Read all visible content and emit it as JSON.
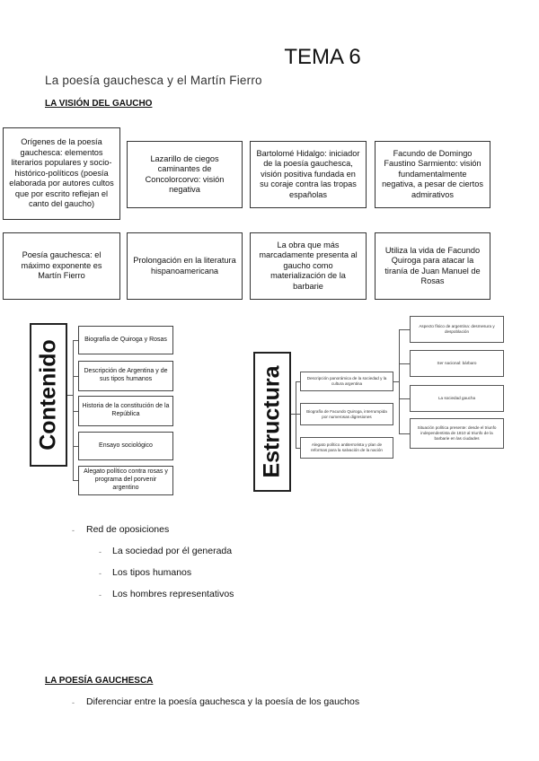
{
  "doc": {
    "title": "TEMA 6",
    "subtitle": "La poesía gauchesca y el Martín Fierro",
    "section1": "LA VISIÓN DEL GAUCHO",
    "section2": "LA POESÍA GAUCHESCA"
  },
  "top_boxes": [
    "Orígenes de la poesía gauchesca: elementos literarios populares y socio-histórico-políticos (poesía elaborada por autores cultos que por escrito reflejan el canto del gaucho)",
    "Lazarillo de ciegos caminantes de Concolorcorvo: visión negativa",
    "Bartolomé Hidalgo: iniciador de la poesía gauchesca, visión positiva fundada en su coraje contra las tropas españolas",
    "Facundo de Domingo Faustino Sarmiento: visión fundamentalmente negativa, a pesar de ciertos admirativos",
    "Poesía gauchesca: el máximo exponente es Martín Fierro",
    "Prolongación en la literatura hispanoamericana",
    "La obra que más marcadamente presenta al gaucho como materialización de la barbarie",
    "Utiliza la vida de Facundo Quiroga para atacar la tiranía de Juan Manuel de Rosas"
  ],
  "contenido": {
    "label": "Contenido",
    "items": [
      "Biografía de Quiroga y Rosas",
      "Descripción de Argentina y de sus tipos humanos",
      "Historia de la constitución de la República",
      "Ensayo sociológico",
      "Alegato político contra rosas y programa del porvenir argentino"
    ]
  },
  "estructura": {
    "label": "Estructura",
    "parts": [
      "Descripción panorámica de la sociedad y la cultura argentina",
      "Biografía de Facundo Quiroga, interrumpida por numerosas digresiones",
      "Alegato político antiterrorista y plan de reformas para la salvación de la nación"
    ],
    "subparts": [
      "Aspecto físico de argentina: desmesura y despoblación",
      "Ser nacional: bárbaro",
      "La sociedad gaucha",
      "Situación política presente: desde el triunfo independentista de 1810 al triunfo de la barbarie en las ciudades"
    ]
  },
  "bullets": {
    "main": "Red de oposiciones",
    "sub": [
      "La sociedad por él generada",
      "Los tipos humanos",
      "Los hombres representativos"
    ],
    "last": "Diferenciar entre la poesía gauchesca y la poesía de los gauchos"
  },
  "dash": "-"
}
